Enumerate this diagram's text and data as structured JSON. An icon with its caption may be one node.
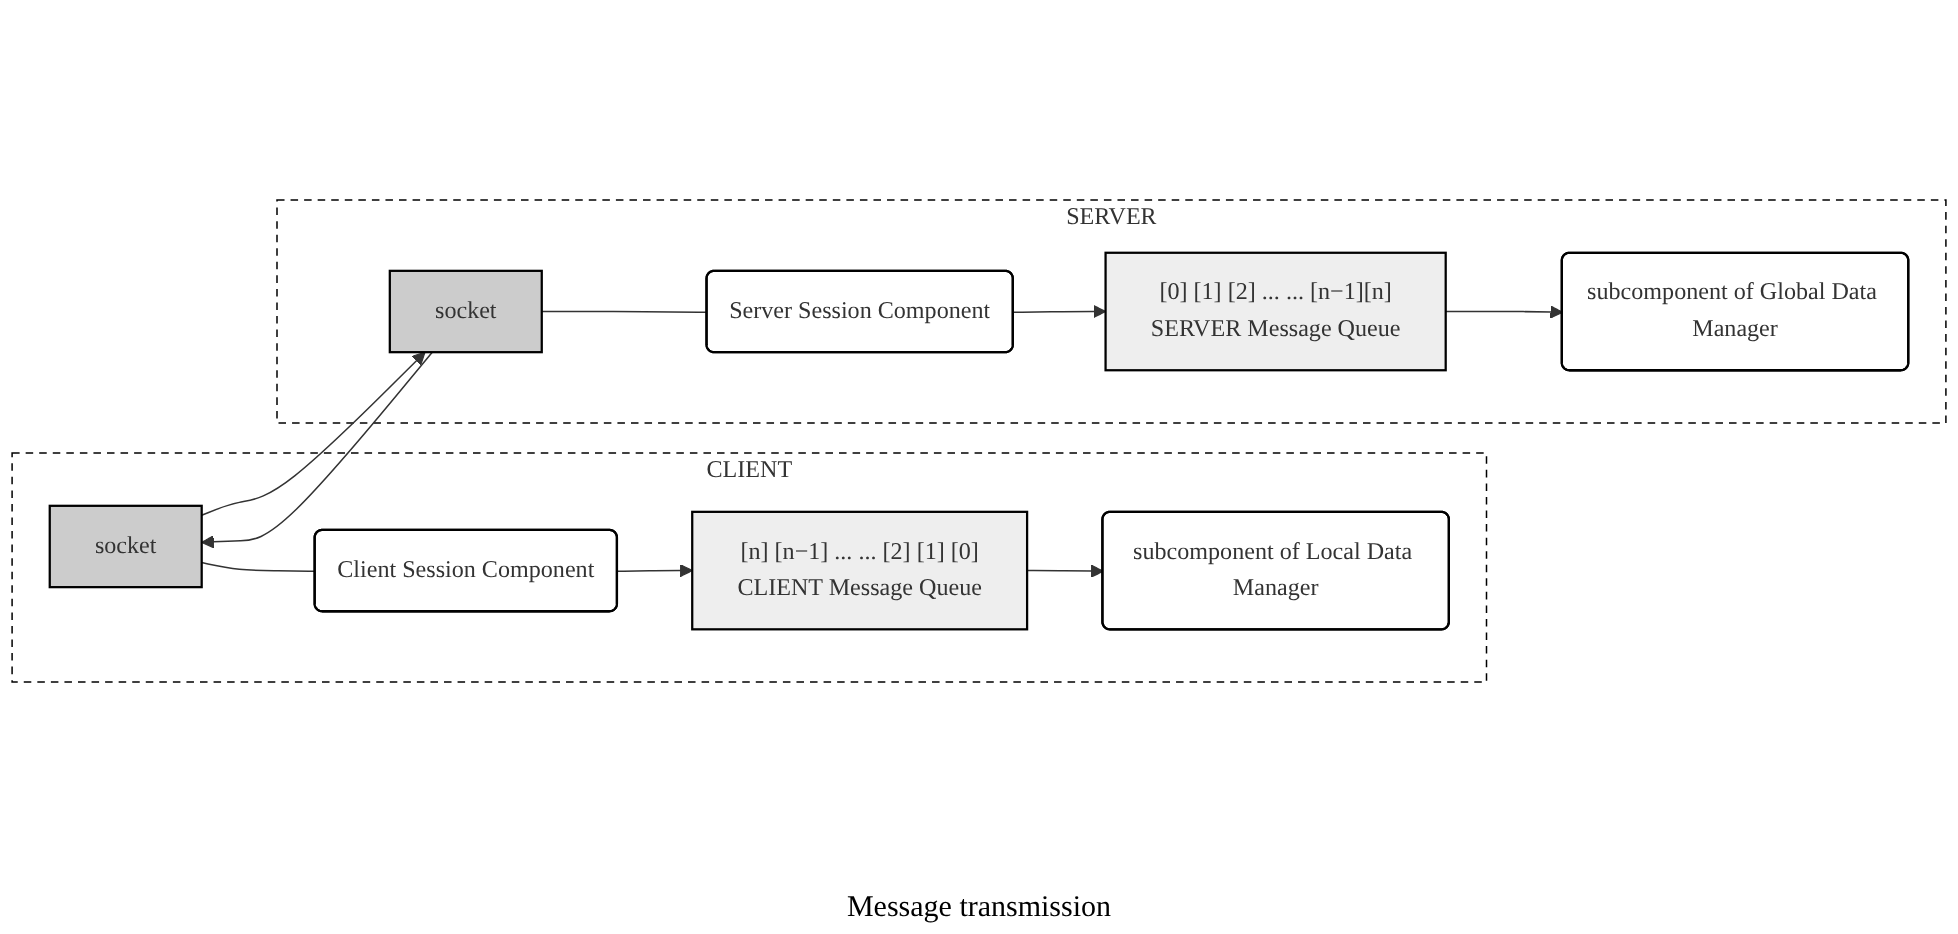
{
  "diagram": {
    "nodes": [
      {
        "text": [
          "CLIENT"
        ]
      },
      {
        "text": [
          "Client Session Component"
        ],
        "in": 0
      },
      {
        "text": [
          "[n] [n−1] ... ... [2] [1] [0]",
          "CLIENT Message Queue"
        ],
        "in": 0
      },
      {
        "text": [
          "subcomponent of Local Data Manager"
        ],
        "in": 0
      },
      {
        "text": [
          "socket"
        ],
        "in": 0
      },
      {
        "text": [
          "SERVER"
        ]
      },
      {
        "text": [
          "Server Session Component"
        ],
        "in": 5
      },
      {
        "text": [
          "[0] [1] [2] ... ... [n−1][n]",
          "SERVER Message Queue"
        ],
        "in": 5
      },
      {
        "text": [
          "subcomponent of Global Data Manager"
        ],
        "in": 5
      },
      {
        "text": [
          "socket"
        ],
        "in": 5
      }
    ],
    "edges": [
      {
        "from": 4,
        "to": 1,
        "arrow": "none"
      },
      {
        "from": 1,
        "to": 2,
        "arrow": "to"
      },
      {
        "from": 2,
        "to": 3,
        "arrow": "to"
      },
      {
        "from": 4,
        "to": 9,
        "arrow": "to"
      },
      {
        "from": 9,
        "to": 4,
        "arrow": "to"
      },
      {
        "from": 9,
        "to": 6,
        "arrow": "none"
      },
      {
        "from": 6,
        "to": 7,
        "arrow": "to"
      },
      {
        "from": 7,
        "to": 8,
        "arrow": "to"
      }
    ],
    "labels": [
      "Message transmission"
    ]
  }
}
